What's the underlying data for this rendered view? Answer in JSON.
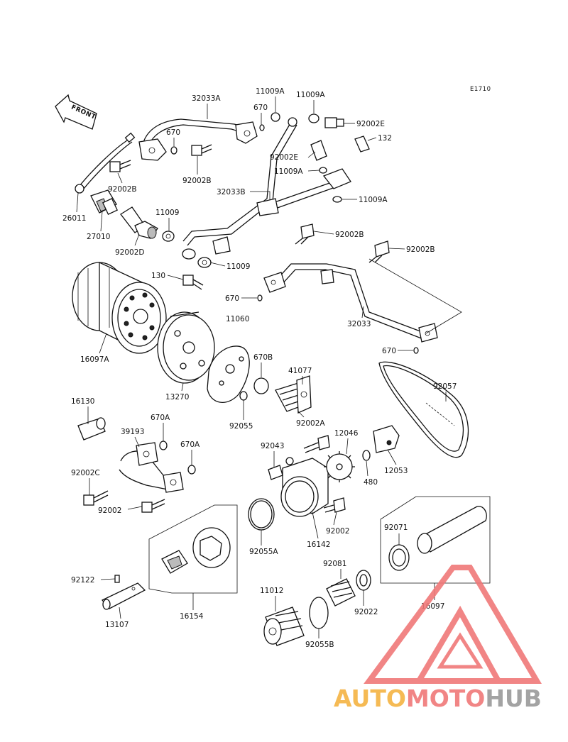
{
  "diagram": {
    "code": "E1710",
    "front_label": "FRONT",
    "labels": {
      "p32033A": "32033A",
      "p11009A_1": "11009A",
      "p11009A_2": "11009A",
      "p670_top": "670",
      "p670_a": "670",
      "p92002E": "92002E",
      "p132": "132",
      "p92002E_b": "92002E",
      "p11009A_3": "11009A",
      "p32033B": "32033B",
      "p11009A_4": "11009A",
      "p92002B_1": "92002B",
      "p92002B_2": "92002B",
      "p26011": "26011",
      "p27010": "27010",
      "p11009_1": "11009",
      "p92002D": "92002D",
      "p11009_2": "11009",
      "p92002B_3": "92002B",
      "p92002B_4": "92002B",
      "p130": "130",
      "p670_b": "670",
      "p11060": "11060",
      "p32033": "32033",
      "p670_c": "670",
      "p16097A": "16097A",
      "p670B": "670B",
      "p41077": "41077",
      "p13270": "13270",
      "p92057": "92057",
      "p92055": "92055",
      "p92002A": "92002A",
      "p16130": "16130",
      "p670A_1": "670A",
      "p39193": "39193",
      "p670A_2": "670A",
      "p92043": "92043",
      "p12046": "12046",
      "p92002C": "92002C",
      "p12053": "12053",
      "p480": "480",
      "p92002": "92002",
      "p92055A": "92055A",
      "p92002_b": "92002",
      "p16142": "16142",
      "p92071": "92071",
      "p92081": "92081",
      "p92122": "92122",
      "p11012": "11012",
      "p92022": "92022",
      "p16097": "16097",
      "p13107": "13107",
      "p16154": "16154",
      "p92055B": "92055B"
    }
  },
  "watermark": {
    "part1": "AUTO",
    "part2": "MOTO",
    "part3": "HUB",
    "colors": {
      "auto": "#f5b342",
      "moto": "#f07878",
      "hub": "#9a9a9a"
    }
  }
}
